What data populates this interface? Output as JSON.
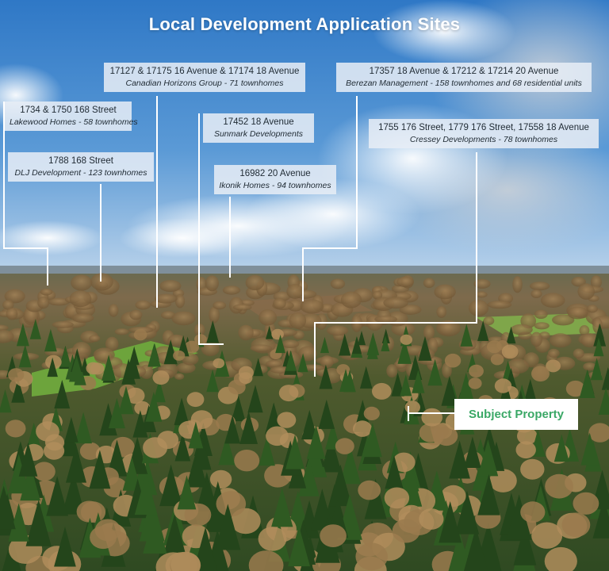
{
  "title": "Local Development Application Sites",
  "colors": {
    "leader_line": "#ffffff",
    "subject_text": "#3aa866"
  },
  "sites": [
    {
      "address": "1734 & 1750 168 Street",
      "developer": "Lakewood Homes - 58 townhomes"
    },
    {
      "address": "1788 168 Street",
      "developer": "DLJ Development - 123 townhomes"
    },
    {
      "address": "17127 & 17175 16 Avenue & 17174 18 Avenue",
      "developer": "Canadian Horizons Group - 71 townhomes"
    },
    {
      "address": "17452 18 Avenue",
      "developer": "Sunmark Developments"
    },
    {
      "address": "16982 20 Avenue",
      "developer": "Ikonik Homes - 94 townhomes"
    },
    {
      "address": "17357 18 Avenue & 17212 & 17214 20 Avenue",
      "developer": "Berezan Management - 158 townhomes and 68 residential units"
    },
    {
      "address": "1755 176 Street, 1779 176 Street, 17558 18 Avenue",
      "developer": "Cressey Developments - 78 townhomes"
    }
  ],
  "subject_property": "Subject Property"
}
